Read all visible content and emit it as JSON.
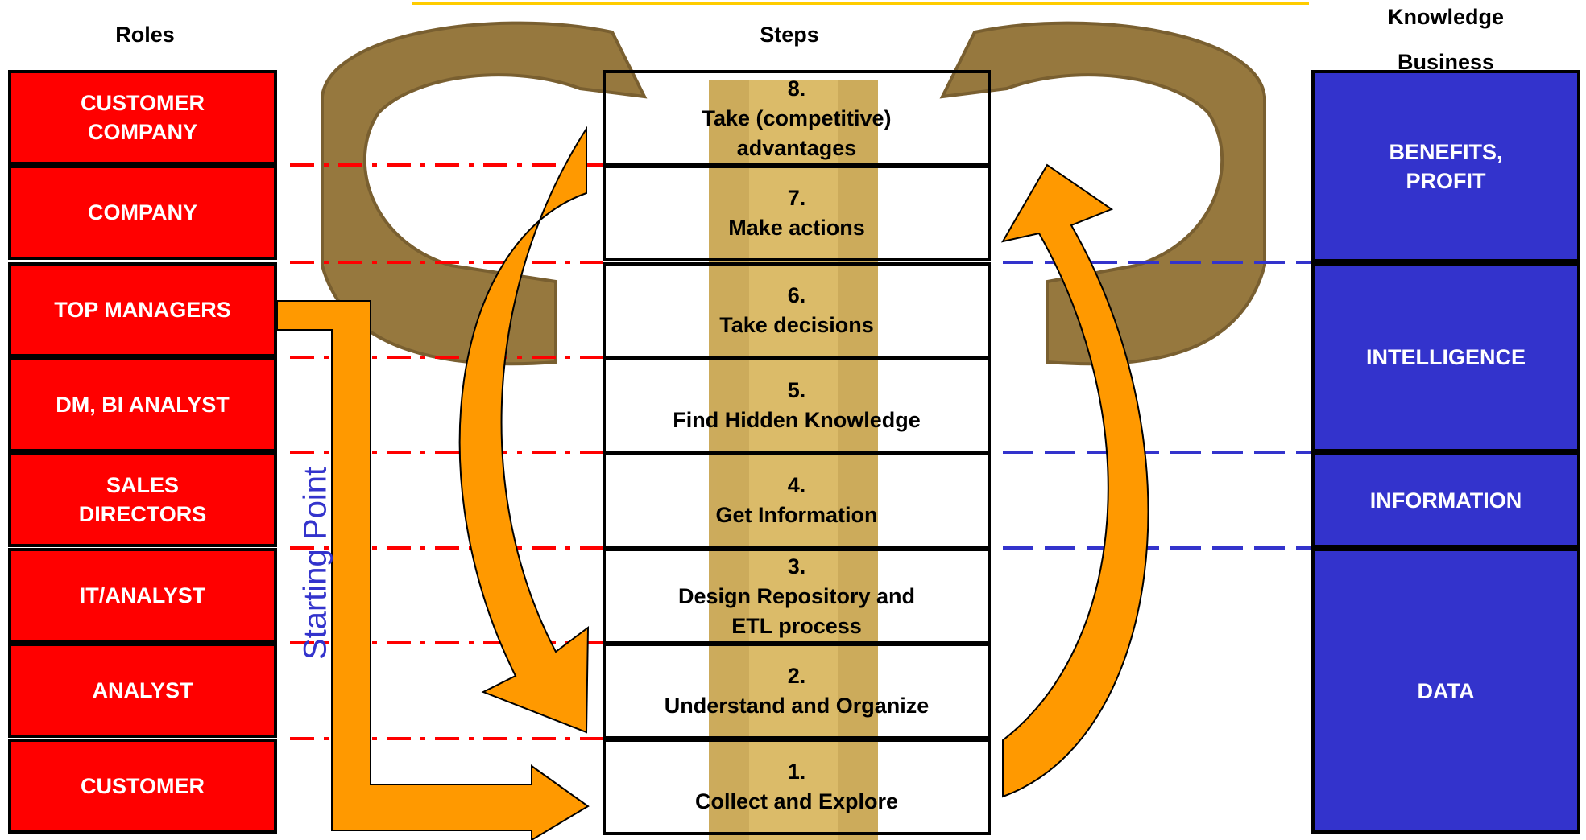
{
  "headers": {
    "roles": "Roles",
    "steps": "Steps",
    "knowledge_line1": "Knowledge",
    "knowledge_line2": "Business"
  },
  "roles": [
    {
      "label": "CUSTOMER\nCOMPANY"
    },
    {
      "label": "COMPANY"
    },
    {
      "label": "TOP MANAGERS"
    },
    {
      "label": "DM, BI ANALYST"
    },
    {
      "label": "SALES\nDIRECTORS"
    },
    {
      "label": "IT/ANALYST"
    },
    {
      "label": "ANALYST"
    },
    {
      "label": "CUSTOMER"
    }
  ],
  "steps": [
    {
      "label": "8.\nTake (competitive)\nadvantages"
    },
    {
      "label": "7.\nMake actions"
    },
    {
      "label": "6.\nTake decisions"
    },
    {
      "label": "5.\nFind Hidden Knowledge"
    },
    {
      "label": "4.\nGet Information"
    },
    {
      "label": "3.\nDesign Repository and\nETL process"
    },
    {
      "label": "2.\nUnderstand and Organize"
    },
    {
      "label": "1.\nCollect and Explore"
    }
  ],
  "knowledge": [
    {
      "label": "BENEFITS,\nPROFIT"
    },
    {
      "label": "INTELLIGENCE"
    },
    {
      "label": "INFORMATION"
    },
    {
      "label": "DATA"
    }
  ],
  "starting_point": "Starting Point",
  "colors": {
    "roles": "#ff0000",
    "knowledge": "#3333cc",
    "arrows": "#ff9900",
    "accent_line": "#ffcc00"
  }
}
